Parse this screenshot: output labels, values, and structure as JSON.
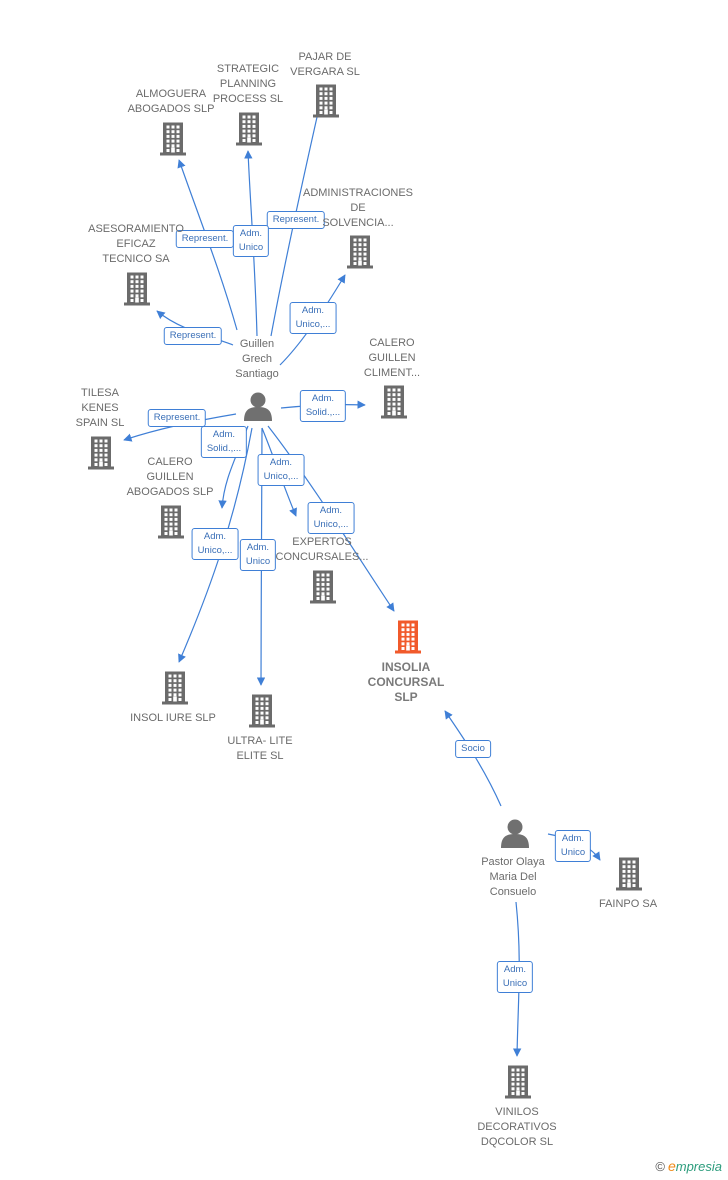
{
  "colors": {
    "edge": "#3f7fd6",
    "company_icon": "#6b6b6b",
    "focus_icon": "#f15a2b",
    "person_icon": "#707070",
    "label_text": "#6b6b6b"
  },
  "nodes": [
    {
      "id": "pajar",
      "type": "company",
      "label": "PAJAR DE\nVERGARA SL"
    },
    {
      "id": "strategic",
      "type": "company",
      "label": "STRATEGIC\nPLANNING\nPROCESS  SL"
    },
    {
      "id": "almoguera",
      "type": "company",
      "label": "ALMOGUERA\nABOGADOS  SLP"
    },
    {
      "id": "administraciones",
      "type": "company",
      "label": "ADMINISTRACIONES\nDE\nSOLVENCIA..."
    },
    {
      "id": "asesoramiento",
      "type": "company",
      "label": "ASESORAMIENTO\nEFICAZ\nTECNICO SA"
    },
    {
      "id": "calero_climent",
      "type": "company",
      "label": "CALERO\nGUILLEN\nCLIMENT..."
    },
    {
      "id": "tilesa",
      "type": "company",
      "label": "TILESA\nKENES\nSPAIN SL"
    },
    {
      "id": "calero_abogados",
      "type": "company",
      "label": "CALERO\nGUILLEN\nABOGADOS SLP"
    },
    {
      "id": "expertos",
      "type": "company",
      "label": "EXPERTOS\nCONCURSALES..."
    },
    {
      "id": "insolia",
      "type": "company",
      "focus": true,
      "label": "INSOLIA\nCONCURSAL\nSLP"
    },
    {
      "id": "insol_iure",
      "type": "company",
      "label": "INSOL IURE  SLP"
    },
    {
      "id": "ultra",
      "type": "company",
      "label": "ULTRA- LITE\nELITE  SL"
    },
    {
      "id": "fainpo",
      "type": "company",
      "label": "FAINPO SA"
    },
    {
      "id": "vinilos",
      "type": "company",
      "label": "VINILOS\nDECORATIVOS\nDQCOLOR  SL"
    },
    {
      "id": "guillen",
      "type": "person",
      "label": "Guillen\nGrech\nSantiago"
    },
    {
      "id": "pastor",
      "type": "person",
      "label": "Pastor Olaya\nMaria Del\nConsuelo"
    }
  ],
  "edges": [
    {
      "id": "e1",
      "from": "guillen",
      "to": "pajar",
      "label": "Represent."
    },
    {
      "id": "e2",
      "from": "guillen",
      "to": "strategic",
      "label": "Adm.\nUnico"
    },
    {
      "id": "e3",
      "from": "guillen",
      "to": "almoguera",
      "label": "Represent."
    },
    {
      "id": "e4",
      "from": "guillen",
      "to": "administraciones",
      "label": "Adm.\nUnico,..."
    },
    {
      "id": "e5",
      "from": "guillen",
      "to": "asesoramiento",
      "label": "Represent."
    },
    {
      "id": "e6",
      "from": "guillen",
      "to": "calero_climent",
      "label": "Adm.\nSolid.,..."
    },
    {
      "id": "e7",
      "from": "guillen",
      "to": "tilesa",
      "label": "Represent."
    },
    {
      "id": "e8",
      "from": "guillen",
      "to": "calero_abogados",
      "label": "Adm.\nSolid.,..."
    },
    {
      "id": "e9",
      "from": "guillen",
      "to": "expertos",
      "label": "Adm.\nUnico,..."
    },
    {
      "id": "e10",
      "from": "guillen",
      "to": "insolia",
      "label": "Adm.\nUnico,..."
    },
    {
      "id": "e11",
      "from": "guillen",
      "to": "insol_iure",
      "label": "Adm.\nUnico,..."
    },
    {
      "id": "e12",
      "from": "guillen",
      "to": "ultra",
      "label": "Adm.\nUnico"
    },
    {
      "id": "e13",
      "from": "pastor",
      "to": "insolia",
      "label": "Socio"
    },
    {
      "id": "e14",
      "from": "pastor",
      "to": "fainpo",
      "label": "Adm.\nUnico"
    },
    {
      "id": "e15",
      "from": "pastor",
      "to": "vinilos",
      "label": "Adm.\nUnico"
    }
  ],
  "footer": {
    "copyright": "©",
    "brand_first": "e",
    "brand_rest": "mpresia"
  }
}
